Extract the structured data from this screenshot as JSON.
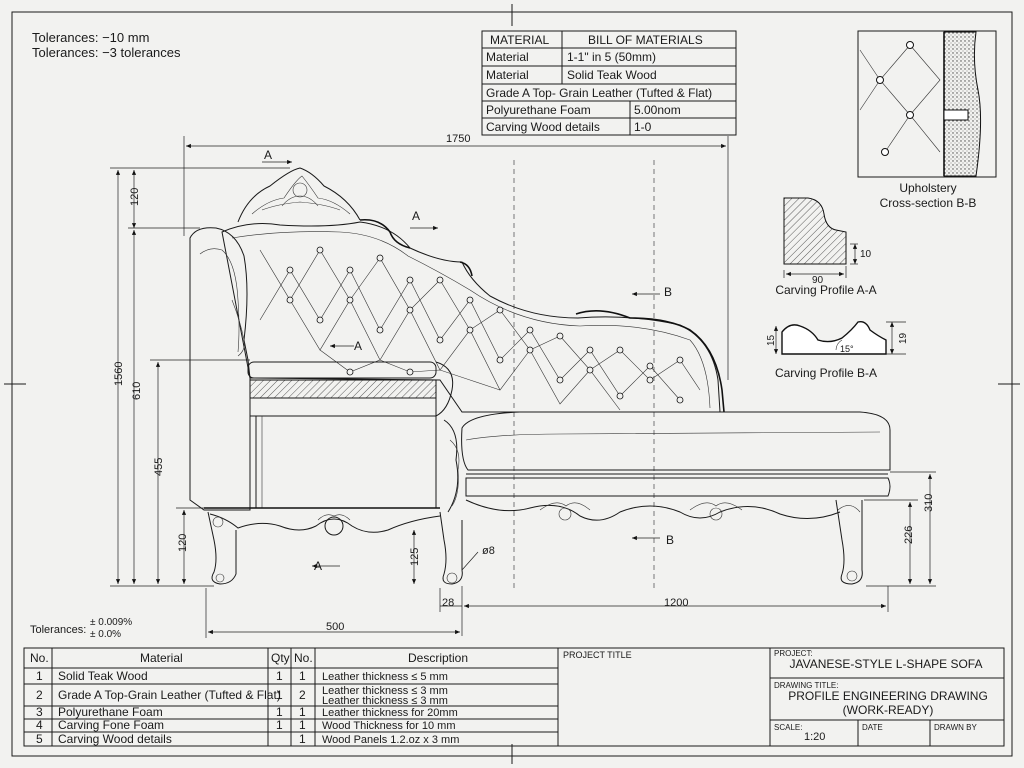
{
  "tolerances_top": [
    "Tolerances: −10 mm",
    "Tolerances: −3 tolerances"
  ],
  "tolerances_bottom": {
    "label": "Tolerances:",
    "values": [
      "± 0.009%",
      "± 0.0%"
    ]
  },
  "bom_table": {
    "headers": [
      "MATERIAL",
      "BILL OF MATERIALS"
    ],
    "rows": [
      [
        "Material",
        "1-1\" in 5 (50mm)"
      ],
      [
        "Material",
        "Solid Teak Wood"
      ],
      [
        "Grade A Top- Grain Leather (Tufted & Flat)",
        ""
      ],
      [
        "Polyurethane Foam",
        "5.00nom"
      ],
      [
        "Carving Wood details",
        "1-0"
      ]
    ]
  },
  "dimensions": {
    "overall_length": "1750",
    "overall_height": "1560",
    "crest": "120",
    "back": "610",
    "seat_height": "455",
    "leg_left": "120",
    "leg_mid": "125",
    "hole": "ø8",
    "offset": "28",
    "seat_length": "1200",
    "arm_depth": "500",
    "right_seat": "310",
    "right_leg": "226",
    "profile_a_width": "90",
    "profile_a_height": "10",
    "profile_b_left": "15",
    "profile_b_right": "19",
    "profile_b_angle": "15°"
  },
  "section_marks": [
    "A",
    "A",
    "A",
    "A",
    "B",
    "B"
  ],
  "details": {
    "upholstery": [
      "Upholstery",
      "Cross-section B-B"
    ],
    "profile_a": "Carving Profile A-A",
    "profile_b": "Carving Profile B-A"
  },
  "parts_table": {
    "headers": [
      "No.",
      "Material",
      "Qty",
      "No.",
      "Description"
    ],
    "rows": [
      {
        "no": "1",
        "material": "Solid Teak Wood",
        "qty": "1",
        "no2": "1",
        "desc": [
          "Leather thickness ≤ 5 mm"
        ]
      },
      {
        "no": "2",
        "material": "Grade A Top-Grain Leather (Tufted & Flat)",
        "qty": "1",
        "no2": "2",
        "desc": [
          "Leather thickness ≤ 3 mm",
          "Leather thickness ≤ 3 mm"
        ]
      },
      {
        "no": "3",
        "material": "Polyurethane Foam",
        "qty": "1",
        "no2": "1",
        "desc": [
          "Leather thickness for 20mm"
        ]
      },
      {
        "no": "4",
        "material": "Carving Fone Foam",
        "qty": "1",
        "no2": "1",
        "desc": [
          "Wood Thickness for 10 mm"
        ]
      },
      {
        "no": "5",
        "material": "Carving Wood details",
        "qty": "",
        "no2": "1",
        "desc": [
          "Wood Panels 1.2.oz x 3 mm"
        ]
      }
    ]
  },
  "title_block": {
    "project_title_label": "PROJECT TITLE",
    "project_label": "PROJECT:",
    "project": "JAVANESE-STYLE L-SHAPE SOFA",
    "drawing_title_label": "DRAWING TITLE:",
    "drawing_title": [
      "PROFILE ENGINEERING DRAWING",
      "(WORK-READY)"
    ],
    "scale_label": "SCALE:",
    "scale": "1:20",
    "date_label": "DATE",
    "drawn_by_label": "DRAWN BY"
  }
}
